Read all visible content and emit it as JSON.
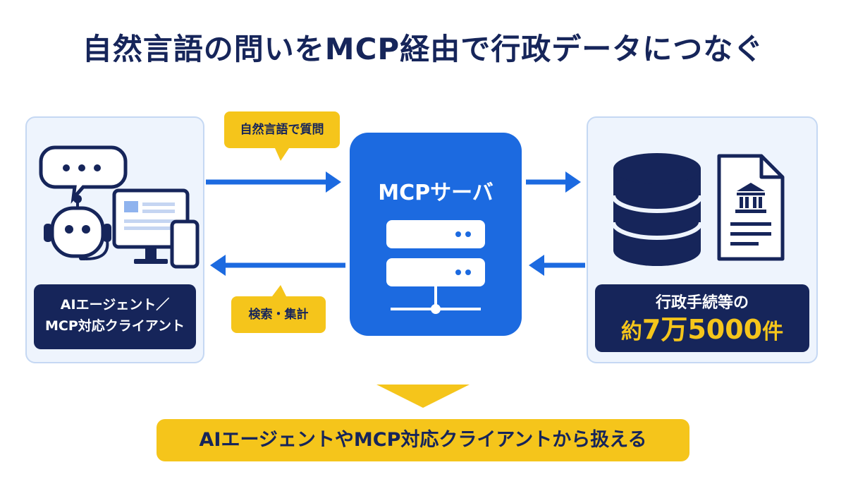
{
  "title": "自然言語の問いをMCP経由で行政データにつなぐ",
  "left_panel": {
    "line1": "AIエージェント／",
    "line2": "MCP対応クライアント"
  },
  "query_bubble": "自然言語で質問",
  "result_bubble": "検索・集計",
  "server": {
    "title": "MCPサーバ"
  },
  "right_panel": {
    "line1": "行政手続等の",
    "line2_prefix": "約",
    "line2_number": "7万5000",
    "line2_suffix": "件"
  },
  "bottom_banner": "AIエージェントやMCP対応クライアントから扱える",
  "colors": {
    "navy": "#16255a",
    "blue": "#1c6ae0",
    "yellow": "#f5c51b",
    "panel_bg": "#eef4fd"
  },
  "icons": [
    "chat-bubble-icon",
    "robot-agent-icon",
    "monitor-icon",
    "smartphone-icon",
    "server-rack-icon",
    "database-icon",
    "government-document-icon"
  ]
}
